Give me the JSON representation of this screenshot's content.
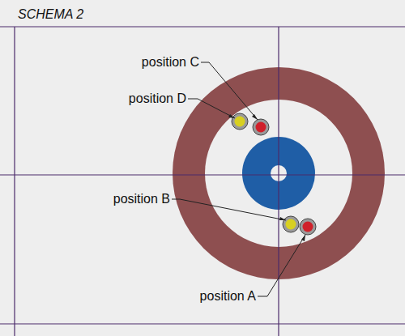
{
  "diagram": {
    "title": "SCHEMA 2",
    "labels": [
      "position C",
      "position D",
      "position B",
      "position A"
    ]
  }
}
